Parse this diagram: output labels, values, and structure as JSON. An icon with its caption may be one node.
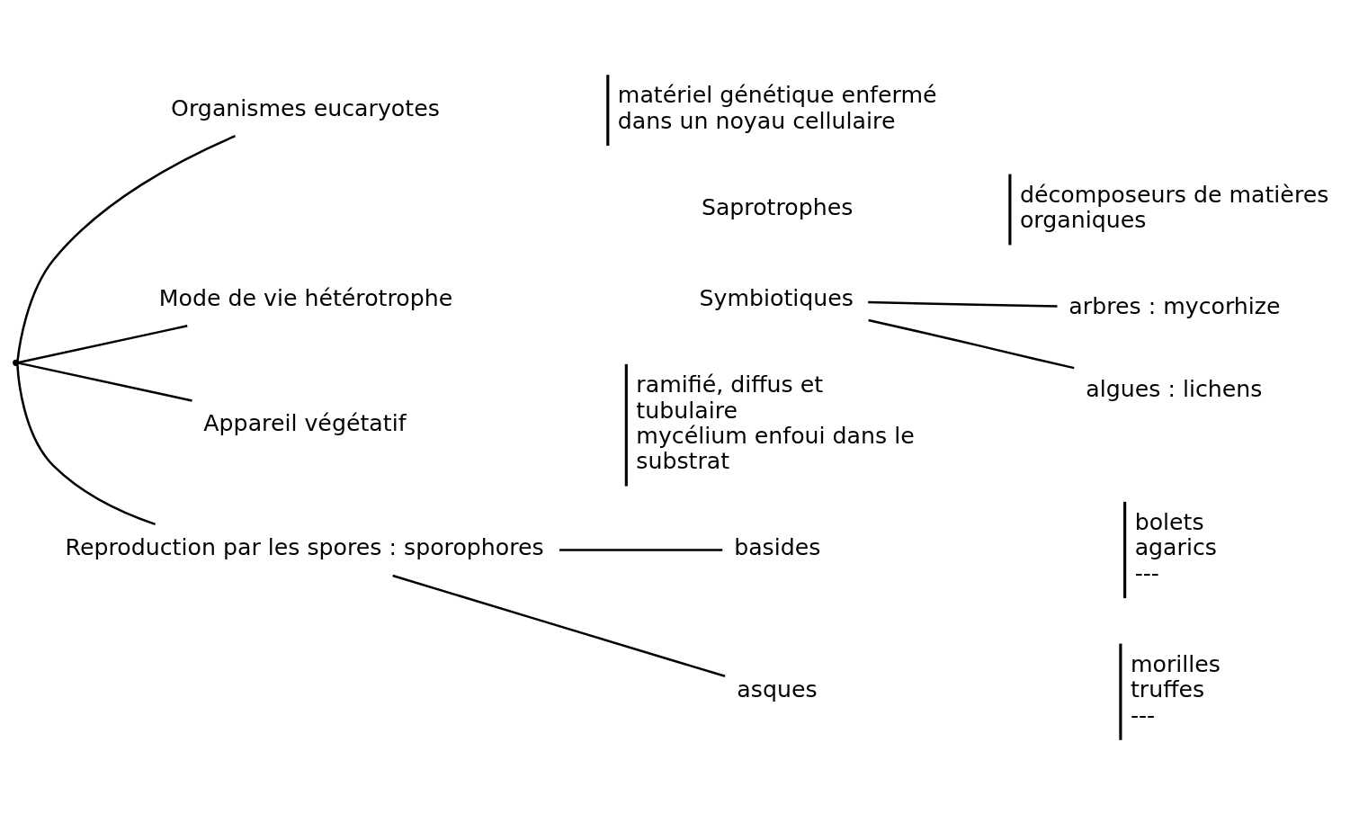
{
  "diagram": {
    "nodes": [
      {
        "text": [],
        "shape": "point"
      },
      {
        "text": [
          "Organismes eucaryotes"
        ]
      },
      {
        "text": [
          "Mode de vie hétérotrophe"
        ]
      },
      {
        "text": [
          "Saprotrophes"
        ]
      },
      {
        "text": [
          "Symbiotiques"
        ]
      },
      {
        "text": [
          "arbres : mycorhize"
        ]
      },
      {
        "text": [
          "algues : lichens"
        ]
      },
      {
        "text": [
          "Appareil végétatif"
        ],
        "beside": [
          "ramifié, diffus et tubulaire",
          "mycélium enfoui dans le substrat"
        ]
      },
      {
        "text": [
          "Reproduction par les spores : sporophores"
        ]
      },
      {
        "text": [
          "basides"
        ],
        "beside": [
          "bolets",
          "agarics",
          "---"
        ]
      },
      {
        "text": [
          "asques"
        ],
        "beside": [
          "morilles",
          "truffes",
          "---"
        ]
      }
    ],
    "edges": [
      {
        "from": 0,
        "to": 1,
        "arrow": "none"
      },
      {
        "from": 0,
        "to": 2,
        "arrow": "none"
      },
      {
        "from": 0,
        "to": 7,
        "arrow": "none"
      },
      {
        "from": 0,
        "to": 8,
        "arrow": "none"
      },
      {
        "from": 4,
        "to": 5,
        "arrow": "none"
      },
      {
        "from": 4,
        "to": 6,
        "arrow": "none"
      },
      {
        "from": 8,
        "to": 9,
        "arrow": "none"
      },
      {
        "from": 8,
        "to": 10,
        "arrow": "none"
      }
    ],
    "labels": [
      "matériel génétique enfermé dans un noyau cellulaire",
      "décomposeurs de matières organiques"
    ]
  }
}
